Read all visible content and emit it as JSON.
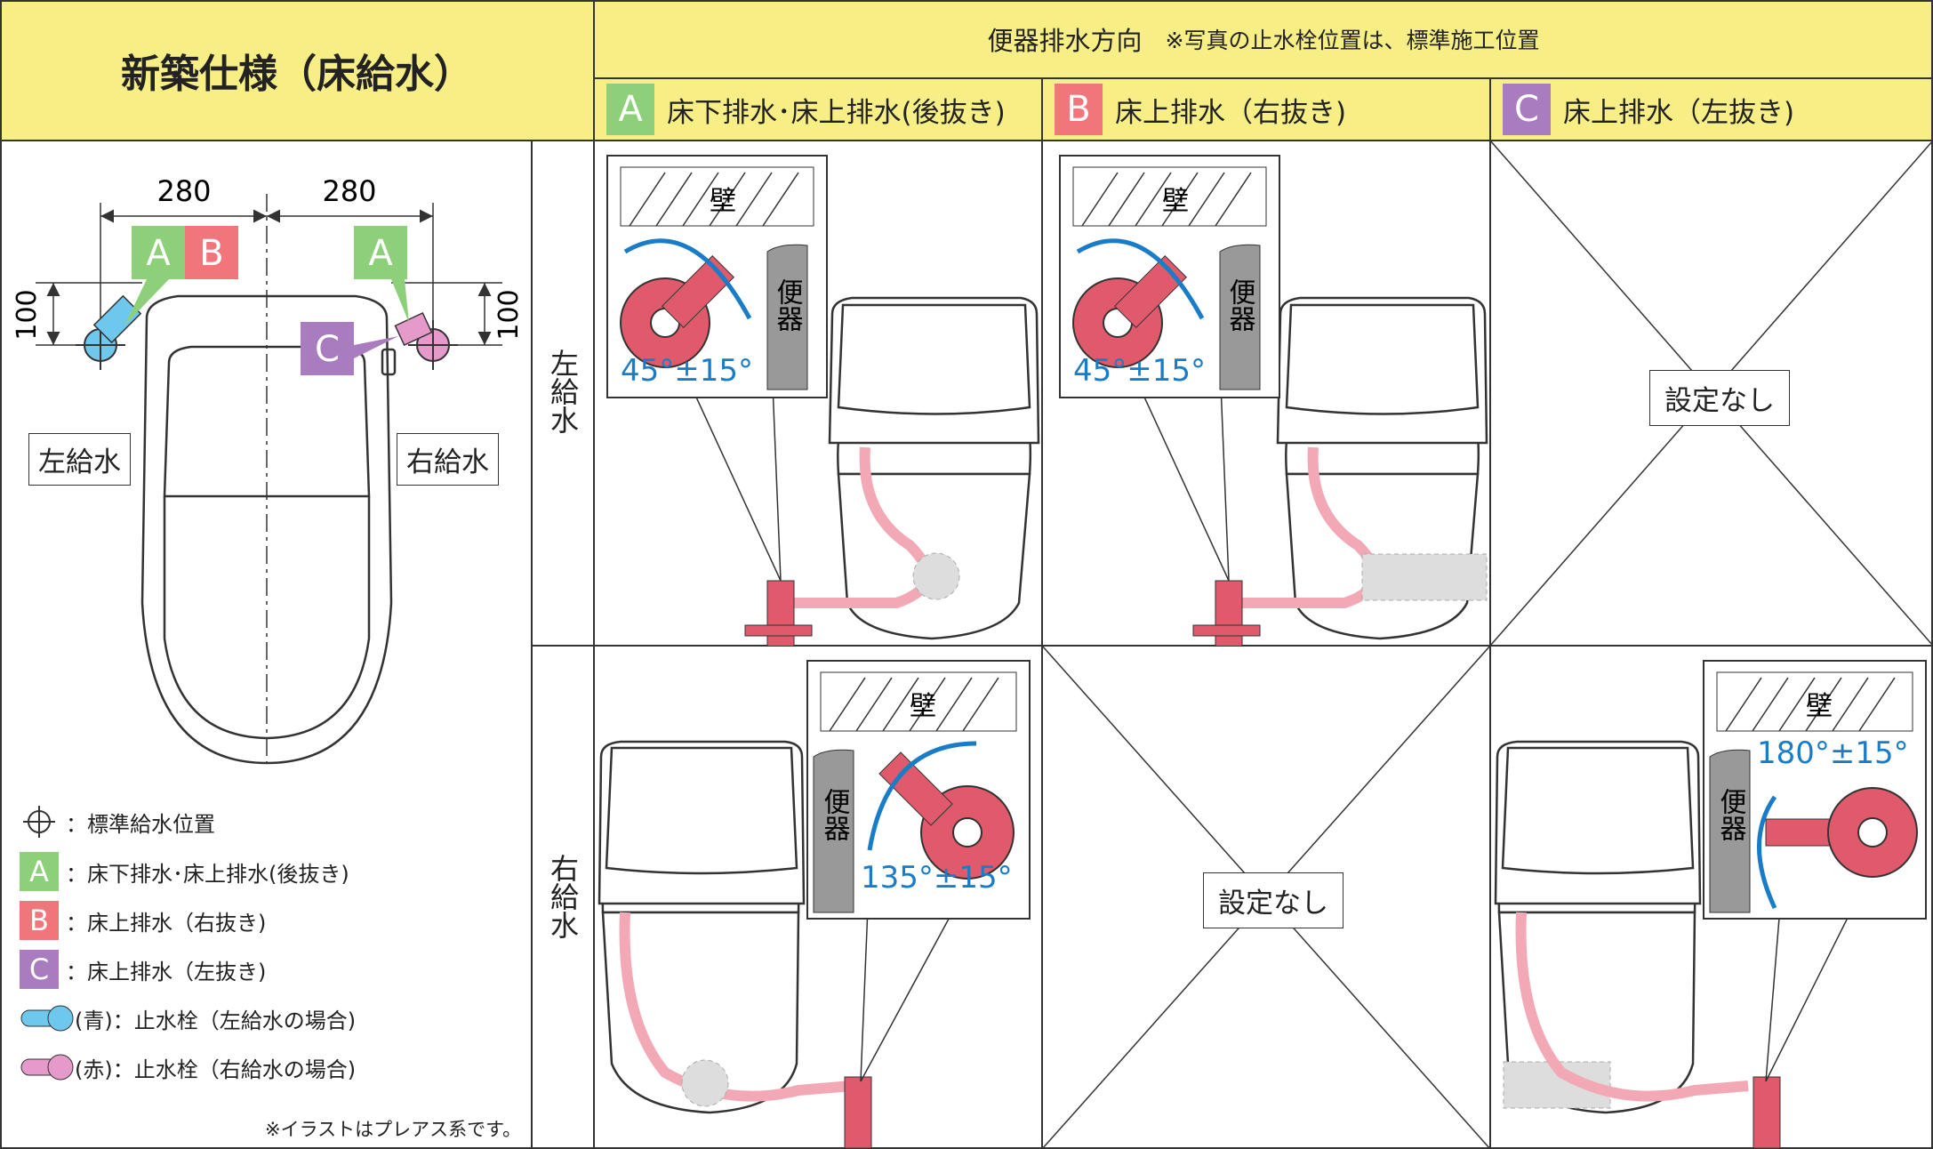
{
  "header": {
    "title": "新築仕様（床給水）",
    "subtitle": "便器排水方向",
    "note": "※写真の止水栓位置は、標準施工位置"
  },
  "columns": [
    {
      "badge": "A",
      "label": "床下排水･床上排水(後抜き)",
      "color": "#8ed07a"
    },
    {
      "badge": "B",
      "label": "床上排水（右抜き)",
      "color": "#f0767c"
    },
    {
      "badge": "C",
      "label": "床上排水（左抜き)",
      "color": "#a87cbe"
    }
  ],
  "rows": [
    {
      "label": "左給水"
    },
    {
      "label": "右給水"
    }
  ],
  "left_diagram": {
    "dim_left": "280",
    "dim_right": "280",
    "dim_v_left": "100",
    "dim_v_right": "100",
    "left_supply": "左給水",
    "right_supply": "右給水",
    "badge_a": "A",
    "badge_b": "B",
    "badge_c": "C"
  },
  "legend": [
    {
      "symbol": "crosshair",
      "text": "：標準給水位置"
    },
    {
      "badge": "A",
      "text": "：床下排水･床上排水(後抜き)"
    },
    {
      "badge": "B",
      "text": "：床上排水（右抜き)"
    },
    {
      "badge": "C",
      "text": "：床上排水（左抜き)"
    },
    {
      "symbol": "blue-valve",
      "text": "(青)：止水栓（左給水の場合)"
    },
    {
      "symbol": "pink-valve",
      "text": "(赤)：止水栓（右給水の場合)"
    }
  ],
  "footnote": "※イラストはプレアス系です。",
  "cells": {
    "a_left": {
      "wall": "壁",
      "toilet_label": "便器",
      "angle": "45°±15°"
    },
    "b_left": {
      "wall": "壁",
      "toilet_label": "便器",
      "angle": "45°±15°"
    },
    "c_left": {
      "no_setting": "設定なし"
    },
    "a_right": {
      "wall": "壁",
      "toilet_label": "便器",
      "angle": "135°±15°"
    },
    "b_right": {
      "no_setting": "設定なし"
    },
    "c_right": {
      "wall": "壁",
      "toilet_label": "便器",
      "angle": "180°±15°"
    }
  },
  "colors": {
    "header": "#f7ef86",
    "arrow": "#1a7cc7",
    "valve": "#e05a6c",
    "pink_hose": "#f2a9b5",
    "blue": "#6ec8ee"
  }
}
